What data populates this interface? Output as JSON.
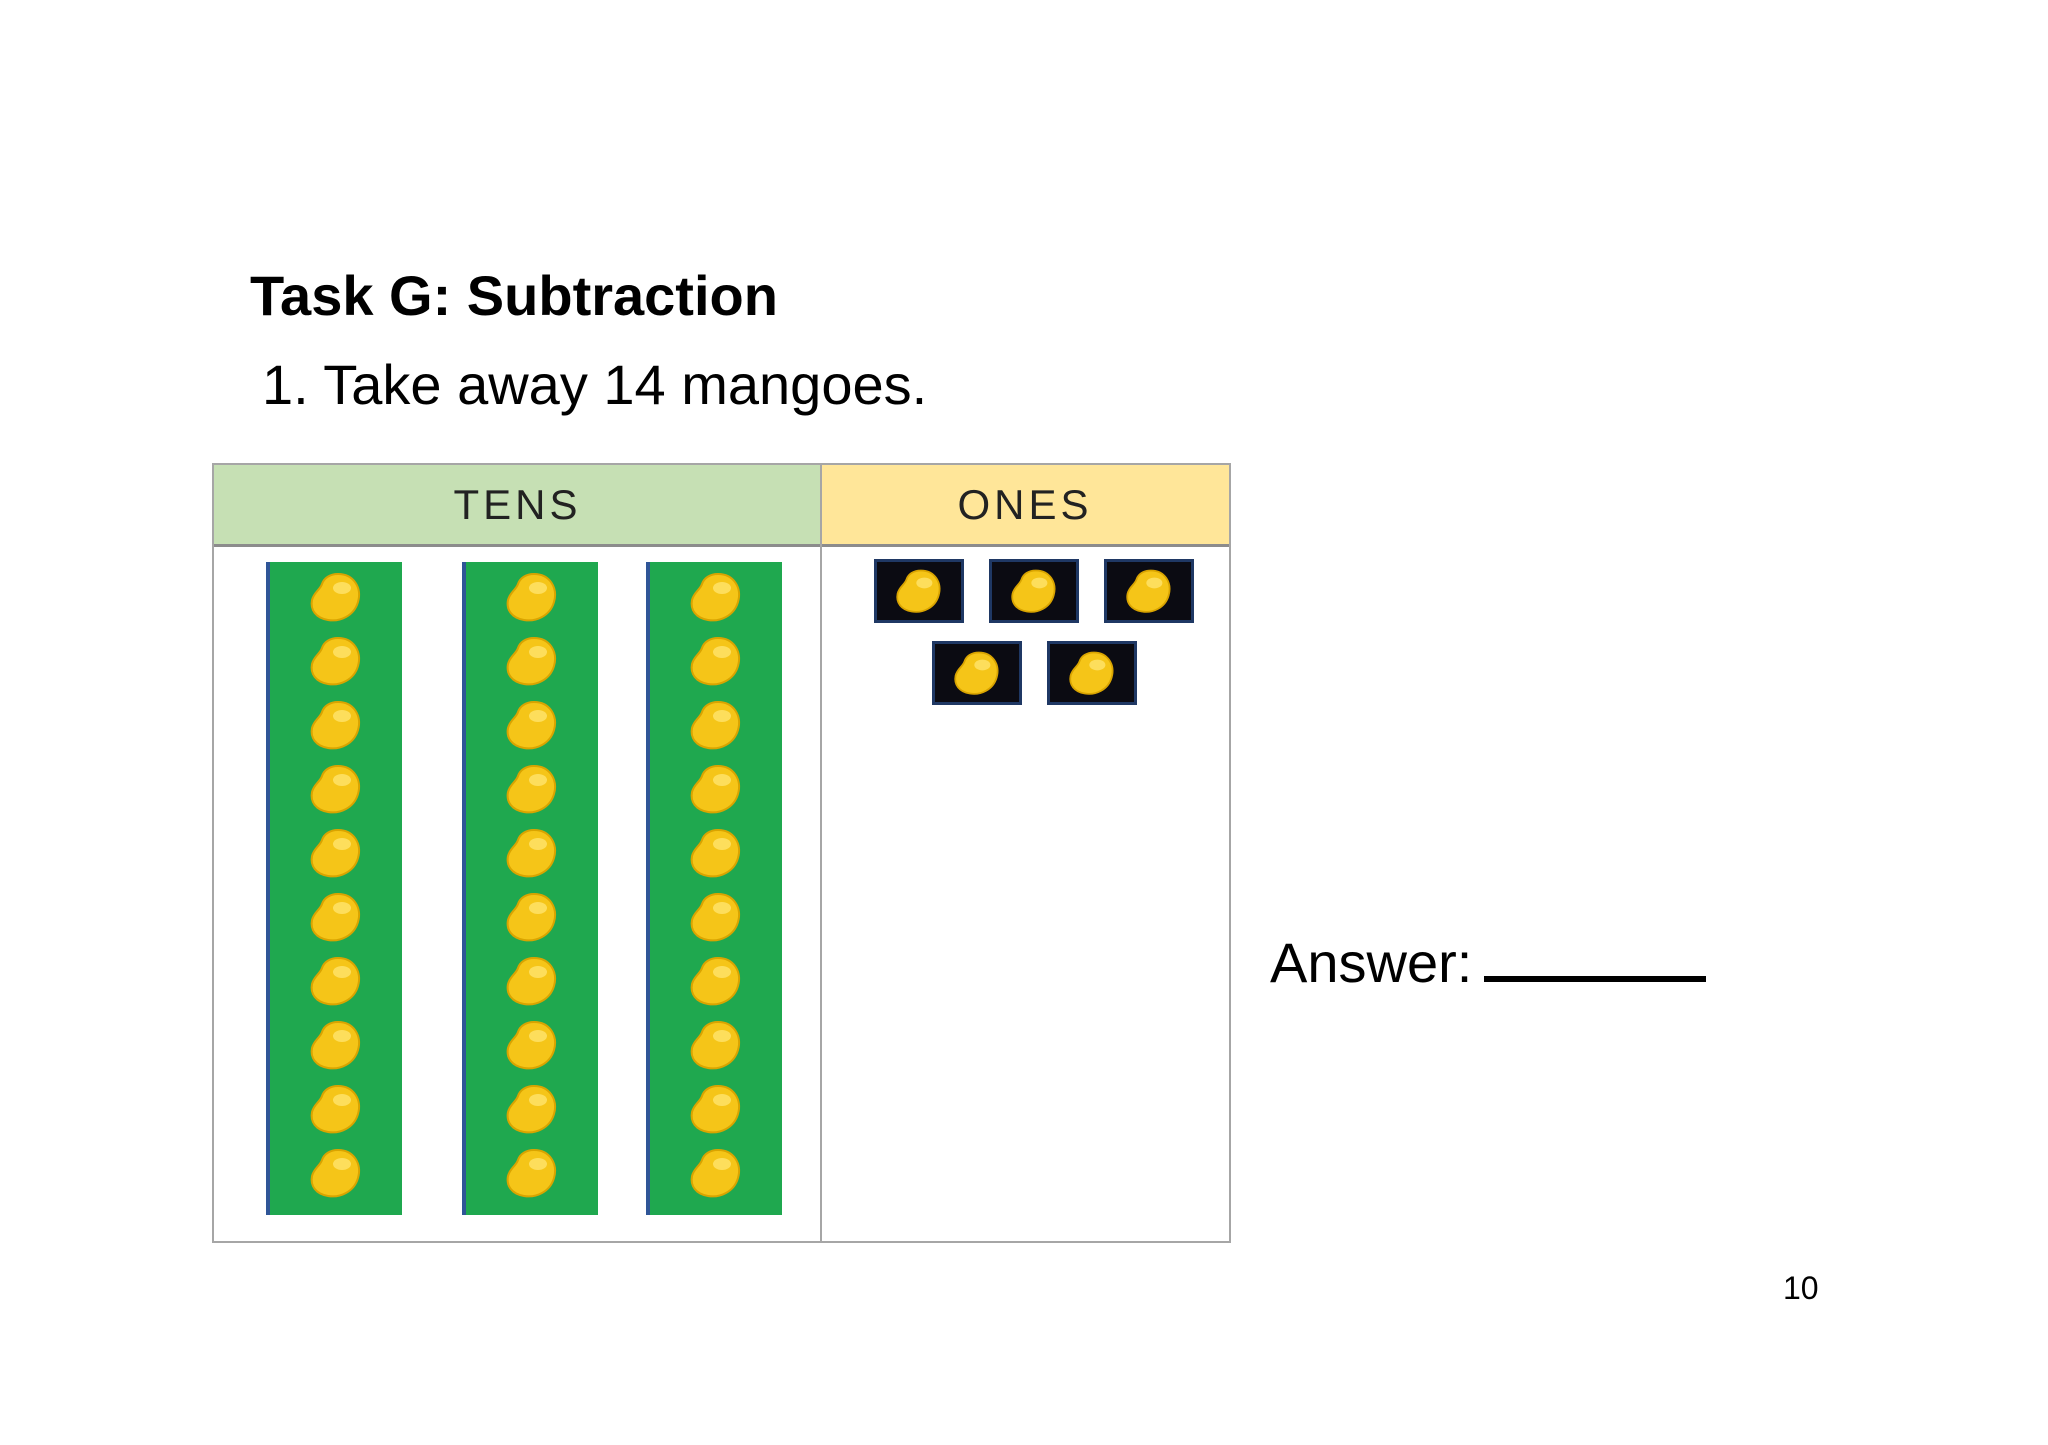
{
  "task": {
    "title": "Task G: Subtraction",
    "question": "1. Take away 14 mangoes."
  },
  "place_value_chart": {
    "tens_label": "TENS",
    "ones_label": "ONES",
    "tens_header_color": "#c6e0b4",
    "ones_header_color": "#ffe699",
    "rod_color": "#1fa84f",
    "mango_color": "#f5c518",
    "tens_rods": 3,
    "mangoes_per_rod": 10,
    "ones_count": 5
  },
  "answer": {
    "label": "Answer:"
  },
  "page": {
    "number": "10"
  }
}
